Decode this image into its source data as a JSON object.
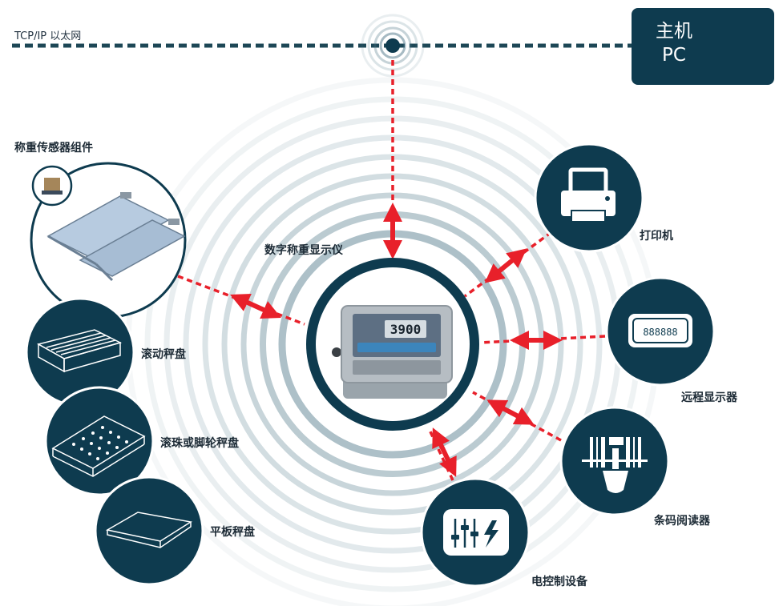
{
  "network": {
    "label": "TCP/IP 以太网"
  },
  "host": {
    "line1": "主机",
    "line2": "PC"
  },
  "center": {
    "label": "数字称重显示仪",
    "display_value": "3900"
  },
  "devices": {
    "load_cell_kit": "称重传感器组件",
    "roller_platform": "滚动秤盘",
    "ball_caster_platform": "滚珠或脚轮秤盘",
    "flat_platform": "平板秤盘",
    "printer": "打印机",
    "remote_display": "远程显示器",
    "remote_display_digits": "888888",
    "barcode_reader": "条码阅读器",
    "control_device": "电控制设备"
  },
  "colors": {
    "navy": "#0e3b4f",
    "link_red": "#e8202a",
    "ring": "#4d7687",
    "white": "#ffffff"
  }
}
